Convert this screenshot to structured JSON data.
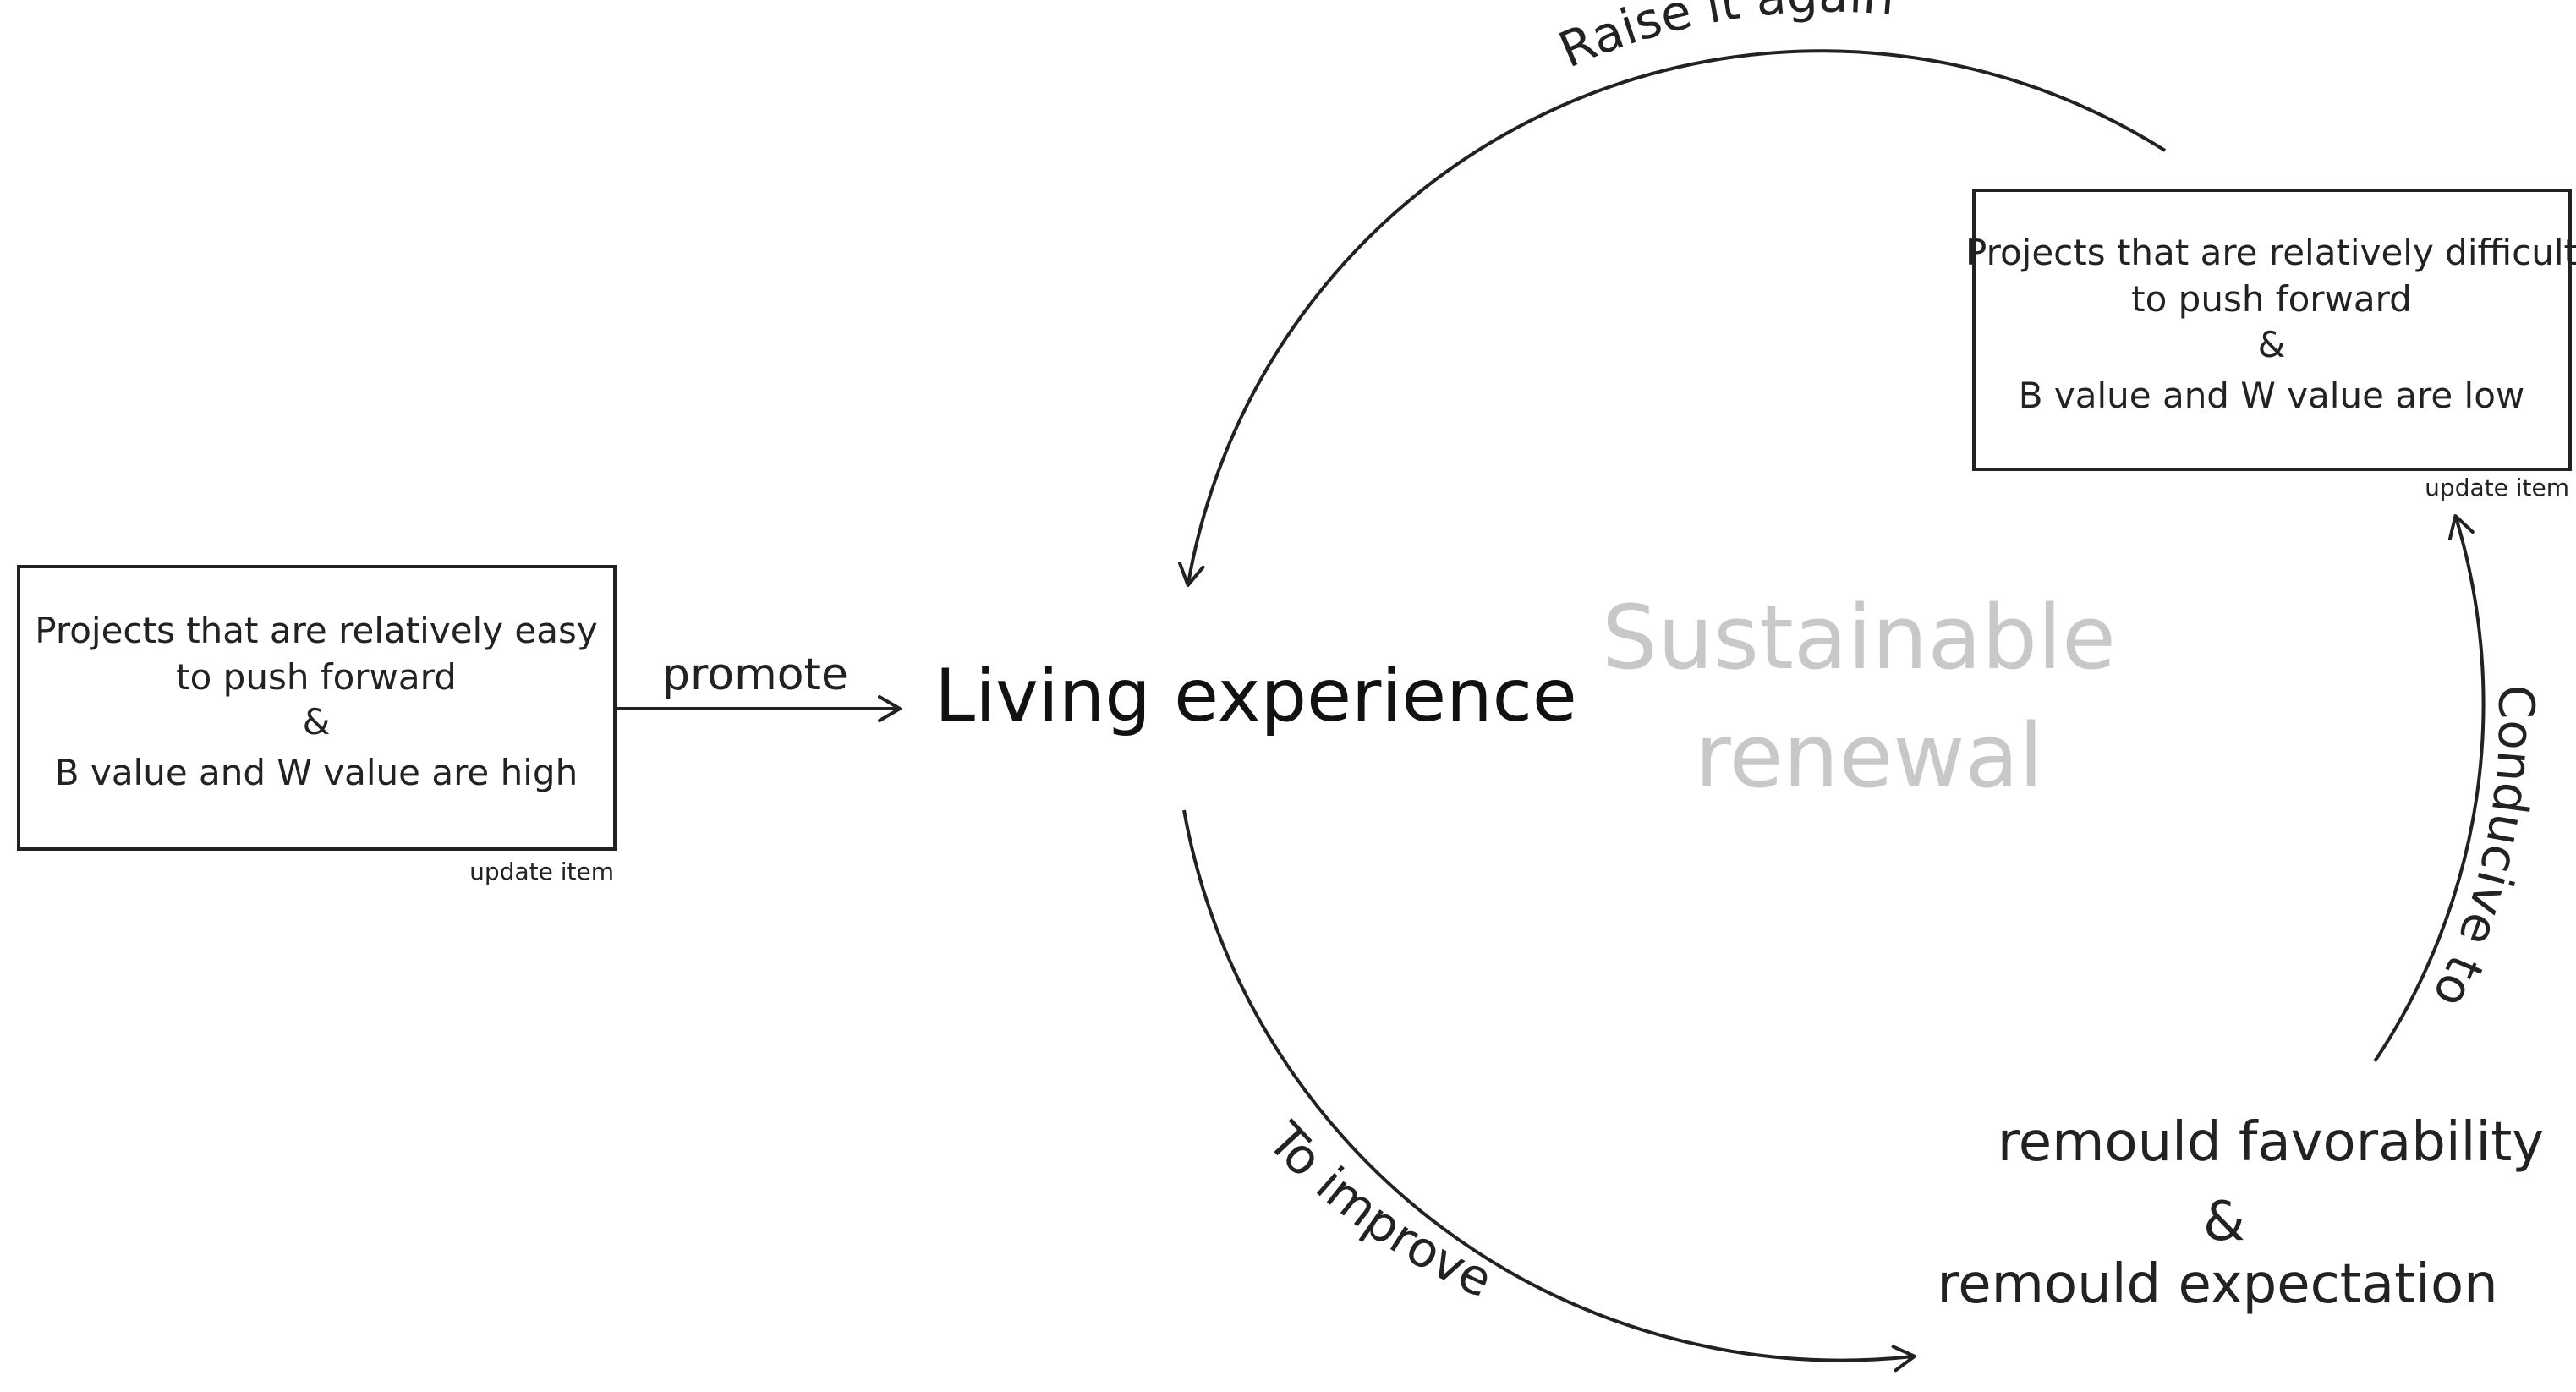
{
  "left_box": {
    "lines": [
      "Projects that are relatively easy",
      "to push forward",
      "&",
      "B value and W value are high"
    ],
    "note": "update item"
  },
  "right_box": {
    "lines": [
      "Projects that are relatively difficult",
      "to push forward",
      "&",
      "B value and W value are low"
    ],
    "note": "update item"
  },
  "center": {
    "label": "Living experience"
  },
  "watermark": {
    "lines": [
      "Sustainable",
      "renewal"
    ]
  },
  "outcome": {
    "lines": [
      "remould favorability",
      "&",
      "remould expectation"
    ]
  },
  "arrows": {
    "promote": "promote",
    "raise_again": "Raise it again",
    "to_improve": "To improve",
    "conducive": "Conducive to"
  },
  "colors": {
    "stroke": "#222222",
    "text": "#222222",
    "watermark": "#c8c8c8"
  }
}
